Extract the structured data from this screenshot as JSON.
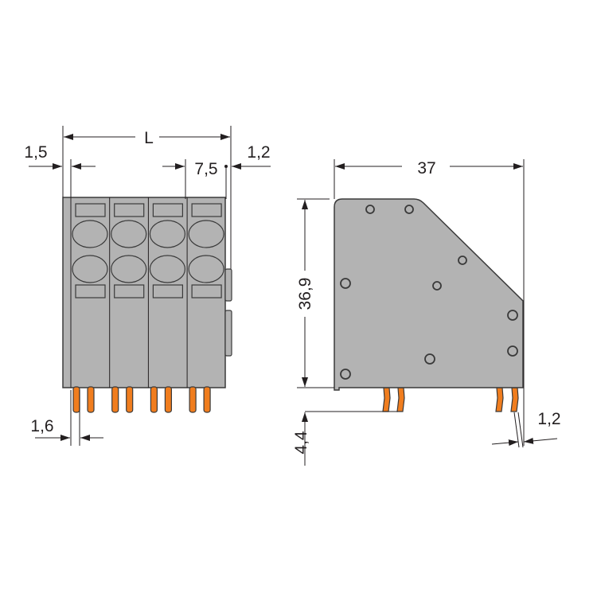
{
  "drawing": {
    "front_view": {
      "length_label": "L",
      "dim_left_offset": "1,5",
      "dim_pitch": "7,5",
      "dim_right_offset": "1,2",
      "dim_pin_width": "1,6",
      "module_count": 4
    },
    "side_view": {
      "dim_depth": "37",
      "dim_height": "36,9",
      "dim_pin_length": "4,4",
      "dim_pin_thickness": "1,2"
    },
    "colors": {
      "housing": "#b3b3b3",
      "outline": "#3a3a3a",
      "pins": "#f07d1e"
    }
  }
}
